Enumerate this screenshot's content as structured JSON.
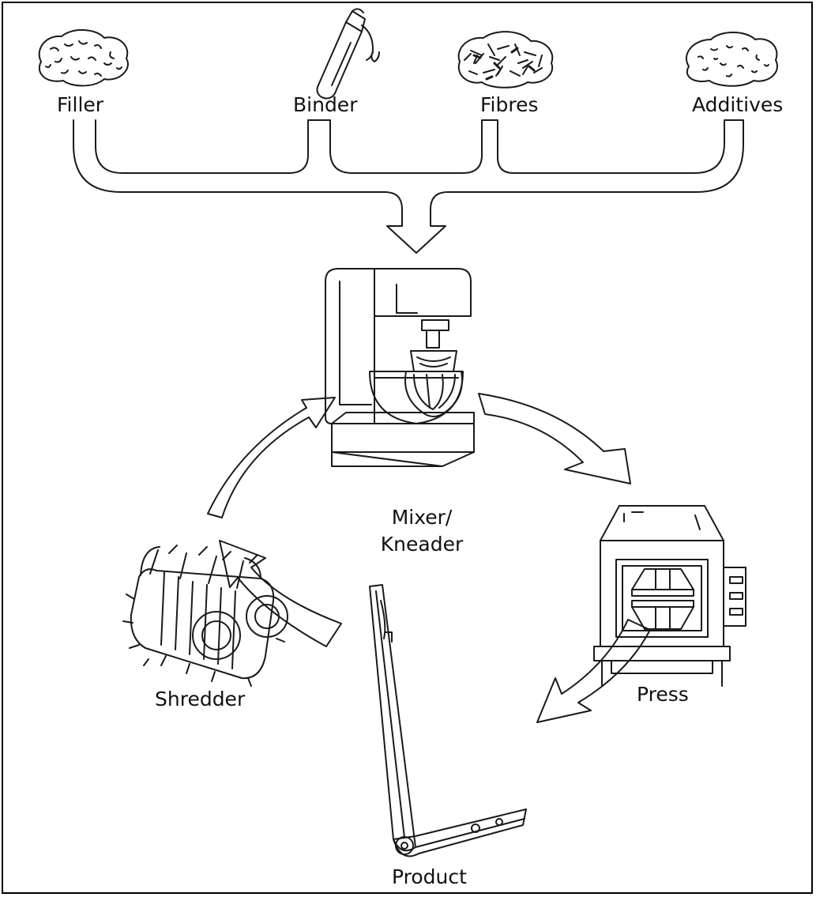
{
  "inputs": {
    "filler": "Filler",
    "binder": "Binder",
    "fibres": "Fibres",
    "additives": "Additives"
  },
  "stages": {
    "mixer_line1": "Mixer/",
    "mixer_line2": "Kneader",
    "press": "Press",
    "product": "Product",
    "shredder": "Shredder"
  },
  "colors": {
    "stroke": "#1a1a1a",
    "background": "#ffffff"
  }
}
